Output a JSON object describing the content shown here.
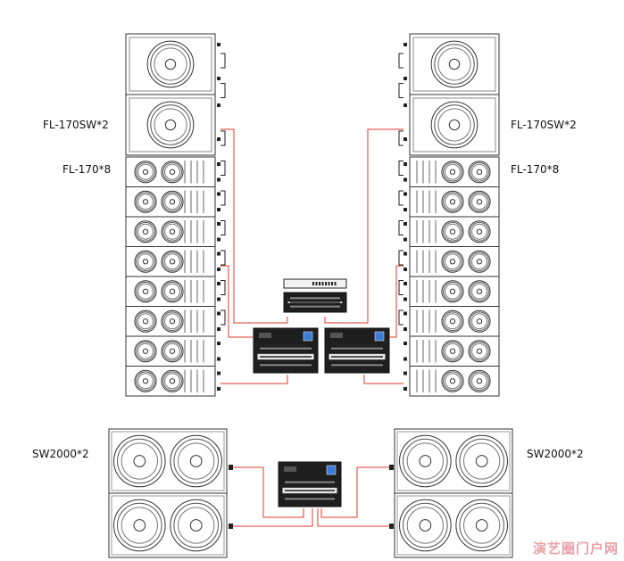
{
  "labels": {
    "left_sub": "FL-170SW*2",
    "left_array": "FL-170*8",
    "right_sub": "FL-170SW*2",
    "right_array": "FL-170*8",
    "left_ground_sub": "SW2000*2",
    "right_ground_sub": "SW2000*2"
  },
  "watermark": "演艺圈门户网",
  "colors": {
    "cable": "#e03a2a",
    "line": "#333333",
    "cabinet_fill": "#ffffff",
    "rack_dark": "#1e1e1e"
  }
}
